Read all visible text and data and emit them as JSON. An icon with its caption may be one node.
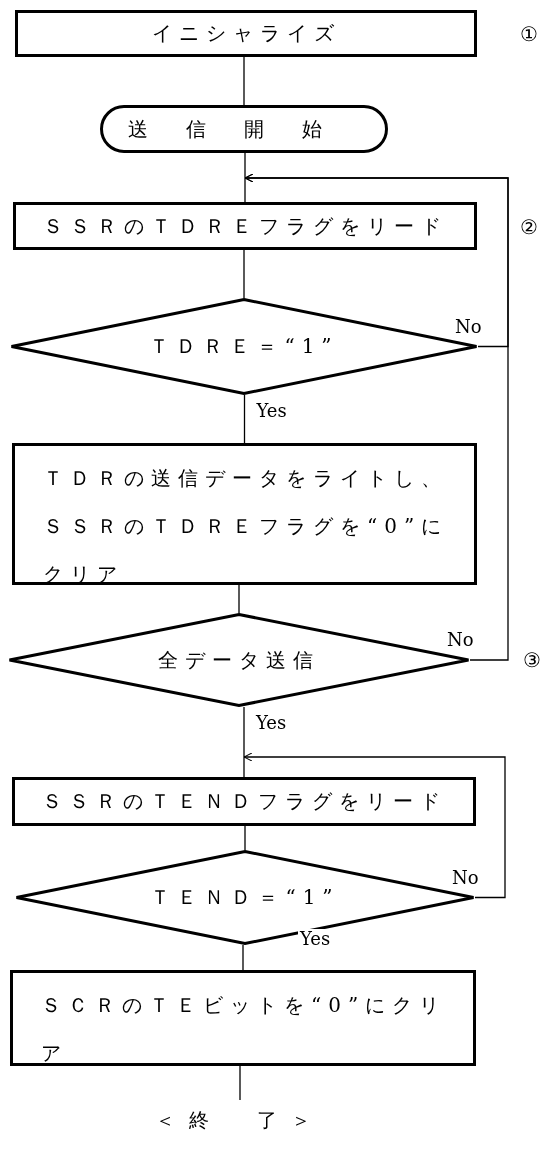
{
  "diagram": {
    "nodes": [
      {
        "text": [
          "イニシャライズ"
        ],
        "beside": [
          "①"
        ]
      },
      {
        "text": [
          "送信開始"
        ]
      },
      {
        "text": [
          "ＳＳＲのＴＤＲＥフラグをリード"
        ],
        "beside": [
          "②"
        ]
      },
      {
        "text": [
          "ＴＤＲＥ＝“1”"
        ]
      },
      {
        "text": [
          "ＴＤＲの送信データをライトし、ＳＳＲのＴＤＲＥフラグを“0”にクリア"
        ]
      },
      {
        "text": [
          "全データ送信"
        ],
        "beside": [
          "③"
        ]
      },
      {
        "text": [
          "ＳＳＲのＴＥＮＤフラグをリード"
        ]
      },
      {
        "text": [
          "ＴＥＮＤ＝“1”"
        ]
      },
      {
        "text": [
          "ＳＣＲのＴＥビットを“0”にクリア"
        ]
      },
      {
        "text": [
          "＜終　了＞"
        ]
      }
    ],
    "edges": [
      {
        "from": 0,
        "to": 1,
        "arrow": "none"
      },
      {
        "from": 1,
        "to": 2,
        "arrow": "none"
      },
      {
        "from": 2,
        "to": 3,
        "arrow": "none"
      },
      {
        "from": 3,
        "to": 2,
        "arrow": "to",
        "label": "No"
      },
      {
        "from": 3,
        "to": 4,
        "arrow": "none",
        "label": "Yes"
      },
      {
        "from": 4,
        "to": 5,
        "arrow": "none"
      },
      {
        "from": 5,
        "to": 2,
        "arrow": "to",
        "label": "No"
      },
      {
        "from": 5,
        "to": 6,
        "arrow": "none",
        "label": "Yes"
      },
      {
        "from": 6,
        "to": 7,
        "arrow": "none"
      },
      {
        "from": 7,
        "to": 6,
        "arrow": "to",
        "label": "No"
      },
      {
        "from": 7,
        "to": 8,
        "arrow": "none",
        "label": "Yes"
      },
      {
        "from": 8,
        "to": 9,
        "arrow": "none"
      }
    ]
  }
}
